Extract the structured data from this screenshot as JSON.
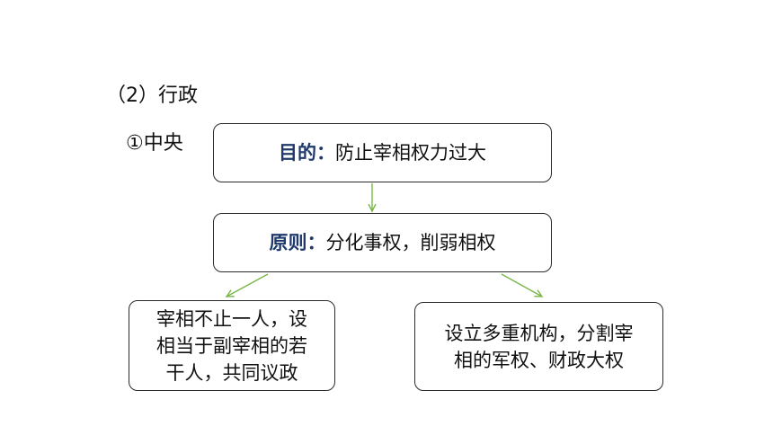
{
  "section_title": "（2）行政",
  "subsection": "①中央",
  "purpose": {
    "label": "目的：",
    "text": "防止宰相权力过大"
  },
  "principle": {
    "label": "原则：",
    "text": "分化事权，削弱相权"
  },
  "left_box": {
    "lines": [
      "宰相不止一人，设",
      "相当于副宰相的若",
      "干人，共同议政"
    ]
  },
  "right_box": {
    "lines": [
      "设立多重机构，分割宰",
      "相的军权、财政大权"
    ]
  },
  "colors": {
    "arrow": "#7ab648",
    "label": "#1f3a6a",
    "border": "#2b2b2b"
  }
}
